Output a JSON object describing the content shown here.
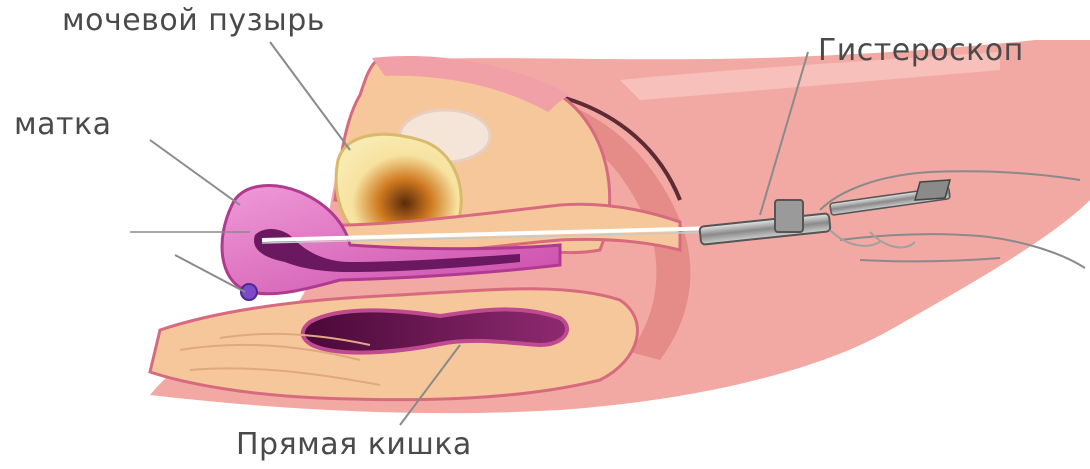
{
  "labels": {
    "bladder": "мочевой пузырь",
    "uterus": "матка",
    "hysteroscope": "Гистероскоп",
    "rectum": "Прямая кишка"
  },
  "colors": {
    "skin": "#f2a9a4",
    "skin_dark": "#e08a86",
    "tissue": "#f6c79a",
    "uterus": "#e46fc8",
    "uterus_inner": "#7a1d6c",
    "bladder": "#f8e7a8",
    "rectum_inner": "#6b1050",
    "instrument": "#b8b8b8",
    "label_text": "#4a4a4a"
  }
}
